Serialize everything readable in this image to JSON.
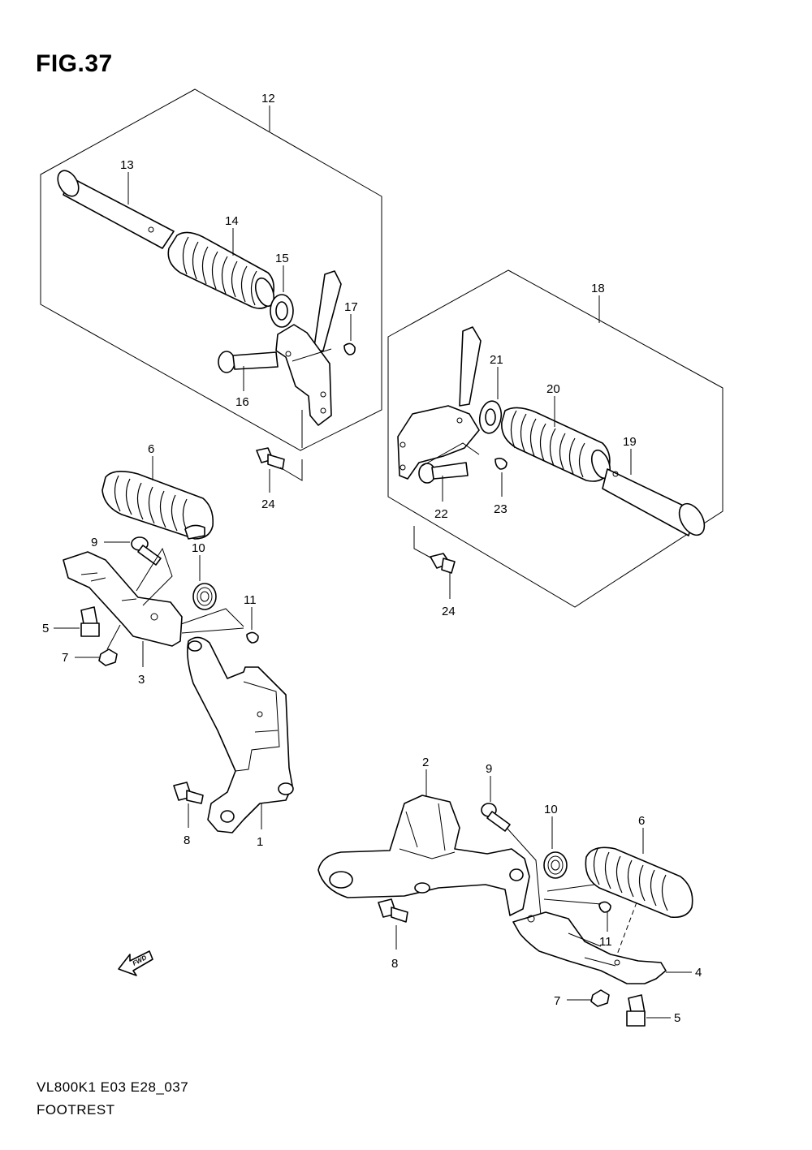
{
  "figure": {
    "title": "FIG.37",
    "code": "VL800K1 E03 E28_037",
    "name": "FOOTREST",
    "fwd_label": "FWD"
  },
  "callouts": {
    "c12": "12",
    "c13": "13",
    "c14": "14",
    "c15": "15",
    "c16": "16",
    "c17": "17",
    "c18": "18",
    "c19": "19",
    "c20": "20",
    "c21": "21",
    "c22": "22",
    "c23": "23",
    "c24a": "24",
    "c24b": "24",
    "c6a": "6",
    "c9a": "9",
    "c10a": "10",
    "c11a": "11",
    "c5a": "5",
    "c7a": "7",
    "c3": "3",
    "c8a": "8",
    "c1": "1",
    "c2": "2",
    "c9b": "9",
    "c10b": "10",
    "c6b": "6",
    "c11b": "11",
    "c8b": "8",
    "c4": "4",
    "c7b": "7",
    "c5b": "5"
  }
}
